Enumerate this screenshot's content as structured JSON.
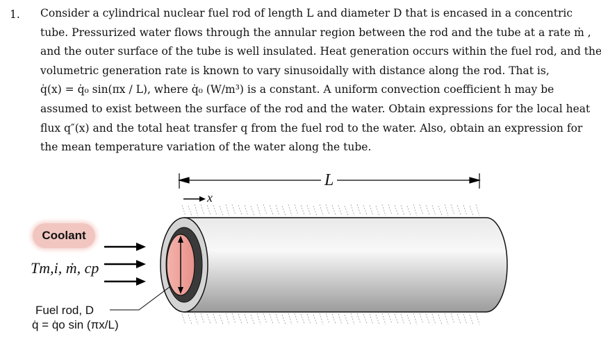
{
  "problem": {
    "number": "1.",
    "lines": [
      "Consider a cylindrical nuclear fuel rod of length L and diameter D that is encased in a concentric",
      "tube. Pressurized water flows through the annular region between the rod and the tube at a rate ṁ ,",
      "and the outer surface of the tube is well insulated. Heat generation occurs within the fuel rod, and the",
      "volumetric generation rate is known to vary sinusoidally with distance along the rod. That is,",
      "q̇(x) = q̇₀ sin(πx / L), where q̇₀ (W/m³) is a constant. A uniform convection coefficient h may be",
      "assumed to exist between the surface of the rod and the water.  Obtain expressions for the local heat",
      "flux q″(x) and the total heat transfer q from the fuel rod to the water.  Also, obtain an expression for",
      "the mean temperature variation of the water along the tube."
    ]
  },
  "figure": {
    "length_label": "L",
    "x_label": "x",
    "coolant_label": "Coolant",
    "coolant_props": "Tm,i, ṁ, cp",
    "fuel_rod_label": "Fuel rod, D",
    "generation_label": "q̇ = q̇o sin (πx/L)",
    "colors": {
      "rod": "#ec9c94",
      "tube": "#cfcfcf",
      "coolant_badge": "#f2c6c0",
      "insulation": "#aaaaaa"
    }
  }
}
